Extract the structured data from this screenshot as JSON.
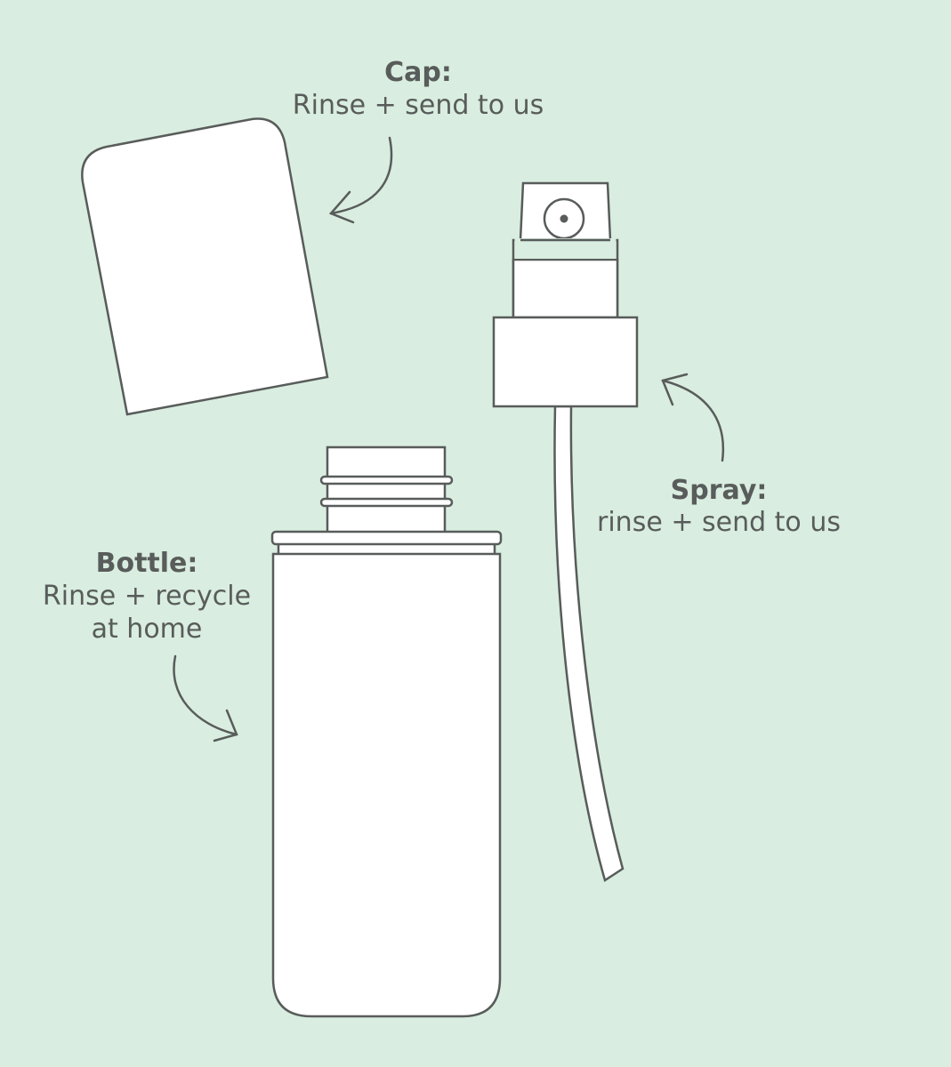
{
  "background_color": "#d9ede0",
  "line_color": "#585c5a",
  "cap": {
    "title": "Cap:",
    "instruction": "Rinse + send to us"
  },
  "spray": {
    "title": "Spray:",
    "instruction": "rinse + send to us"
  },
  "bottle": {
    "title": "Bottle:",
    "instruction_line1": "Rinse + recycle",
    "instruction_line2": "at home"
  }
}
